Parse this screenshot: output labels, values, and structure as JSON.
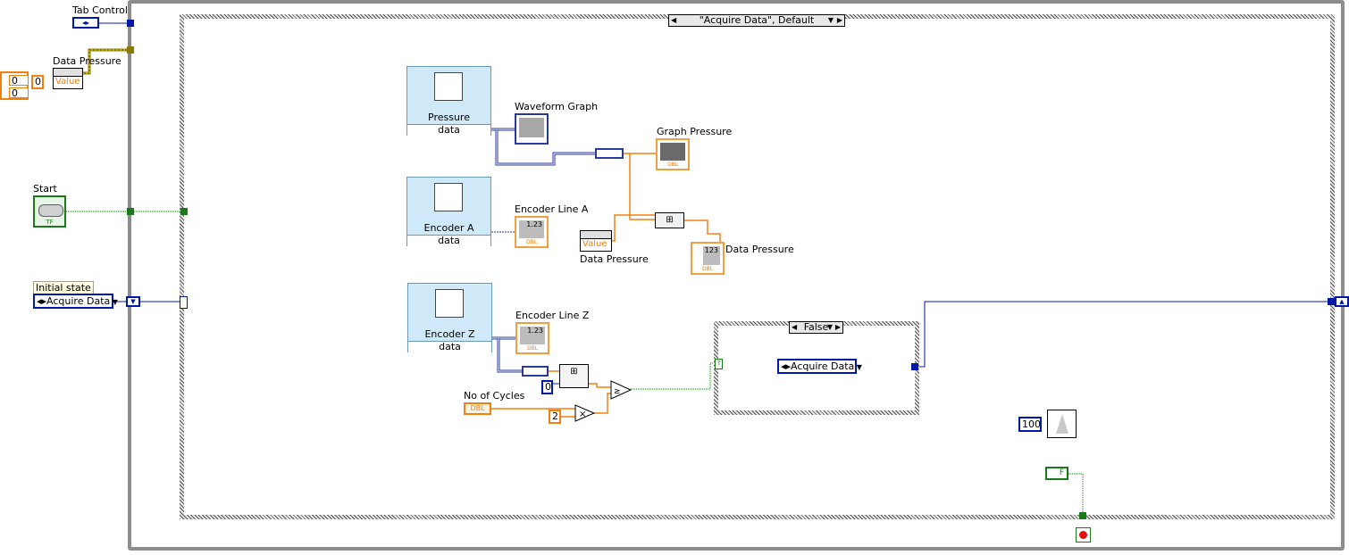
{
  "labels": {
    "tab_control": "Tab Control",
    "data_pressure_left": "Data Pressure",
    "start": "Start",
    "initial_state": "Initial state",
    "waveform_graph": "Waveform Graph",
    "graph_pressure": "Graph Pressure",
    "encoder_line_a": "Encoder Line A",
    "data_pressure_mid": "Data Pressure",
    "data_pressure_ind": "Data Pressure",
    "encoder_line_z": "Encoder Line Z",
    "no_of_cycles": "No of Cycles"
  },
  "case_outer": {
    "selector": "\"Acquire Data\", Default"
  },
  "case_inner": {
    "selector": "False"
  },
  "enums": {
    "initial_state_value": "Acquire Data",
    "inner_enum_value": "Acquire Data"
  },
  "daq": [
    {
      "name": "Pressure",
      "output": "data"
    },
    {
      "name": "Encoder A",
      "output": "data"
    },
    {
      "name": "Encoder Z",
      "output": "data"
    }
  ],
  "constants": {
    "array_top": "0",
    "array_bottom": "0",
    "array_index": "0",
    "index_zero": "0",
    "two": "2",
    "wait_ms": "100",
    "false_const": "F",
    "value_prop": "Value",
    "value_prop_mid": "Value",
    "dbl_type": "DBL",
    "num_display": "1.23",
    "num_display2": "1.23",
    "num_display3": "123",
    "tf": "TF"
  },
  "colors": {
    "dbl_orange": "#f08010",
    "enum_blue": "#0018a8",
    "bool_green": "#1a7a1a",
    "wire_waveform": "#2a3a9c"
  }
}
